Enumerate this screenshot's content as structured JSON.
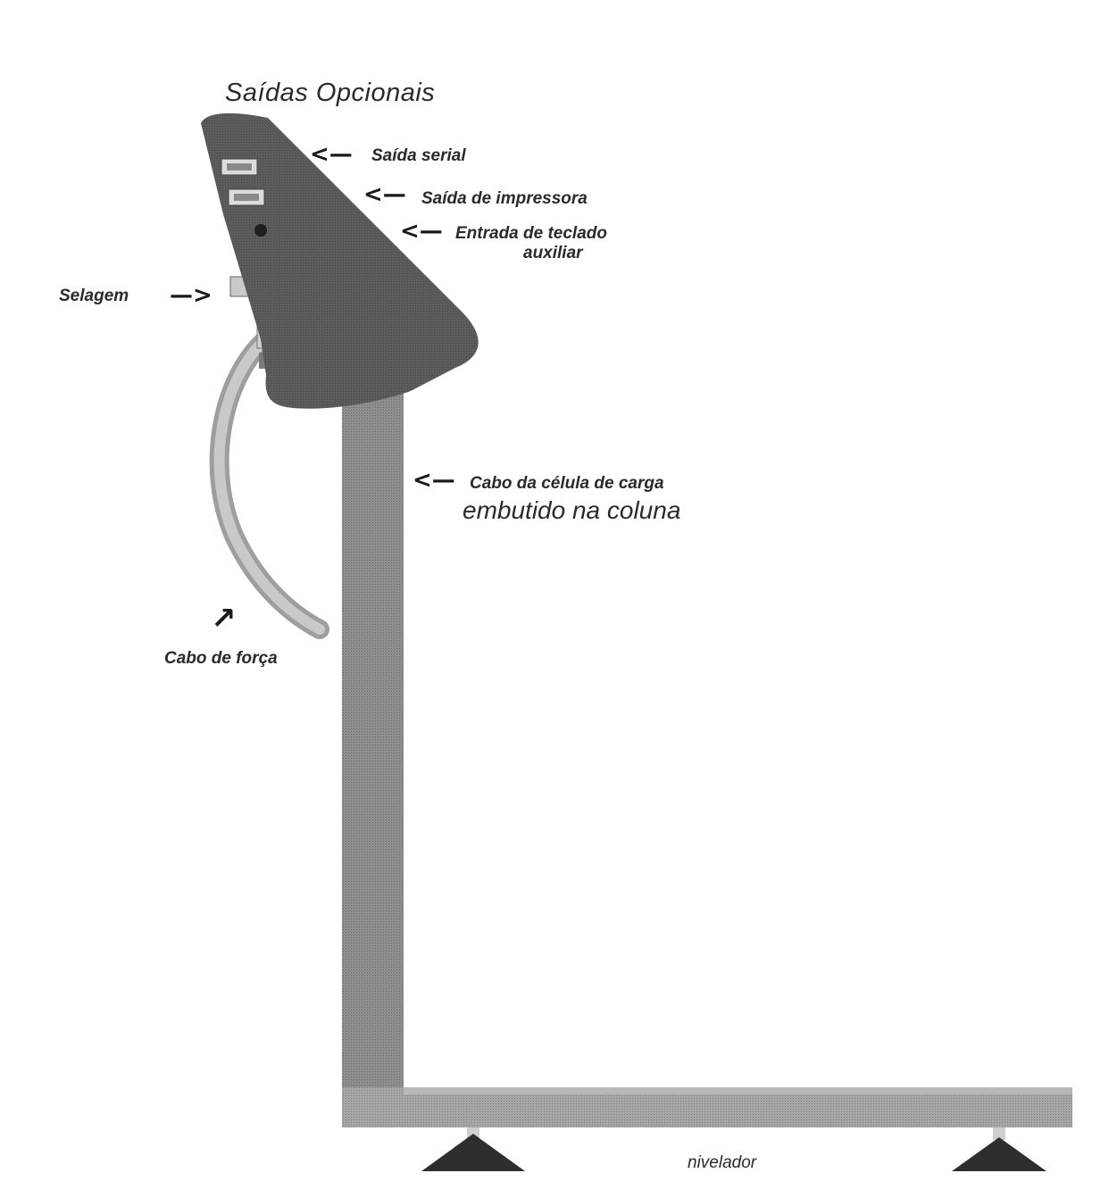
{
  "labels": {
    "title": "Saídas Opcionais",
    "serial_output": "Saída serial",
    "printer_output": "Saída de impressora",
    "keyboard_input_line1": "Entrada de teclado",
    "keyboard_input_line2": "auxiliar",
    "sealing": "Selagem",
    "load_cell_cable_line1": "Cabo da célula de carga",
    "load_cell_cable_line2": "embutido na coluna",
    "power_cable": "Cabo de força",
    "leveler": "nivelador"
  },
  "colors": {
    "housing": "#5c5c5c",
    "column": "#8e8e8e",
    "base": "#a6a6a6",
    "feet": "#2e2e2e",
    "cable": "#bdbdbd",
    "text": "#2a2a2a"
  }
}
